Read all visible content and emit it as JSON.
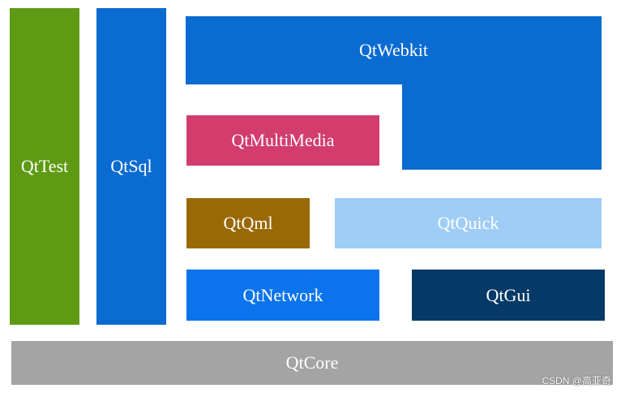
{
  "modules": {
    "qttest": {
      "label": "QtTest",
      "color": "#5e9a14"
    },
    "qtsql": {
      "label": "QtSql",
      "color": "#0a6bd1"
    },
    "qtwebkit": {
      "label": "QtWebkit",
      "color": "#0a6bd1"
    },
    "qtmultimedia": {
      "label": "QtMultiMedia",
      "color": "#d23d6e"
    },
    "qtqml": {
      "label": "QtQml",
      "color": "#9a6907"
    },
    "qtquick": {
      "label": "QtQuick",
      "color": "#9ecdf6"
    },
    "qtnetwork": {
      "label": "QtNetwork",
      "color": "#0b74ec"
    },
    "qtgui": {
      "label": "QtGui",
      "color": "#073967"
    },
    "qtcore": {
      "label": "QtCore",
      "color": "#a4a4a4"
    }
  },
  "watermark": "CSDN @高亚奇"
}
